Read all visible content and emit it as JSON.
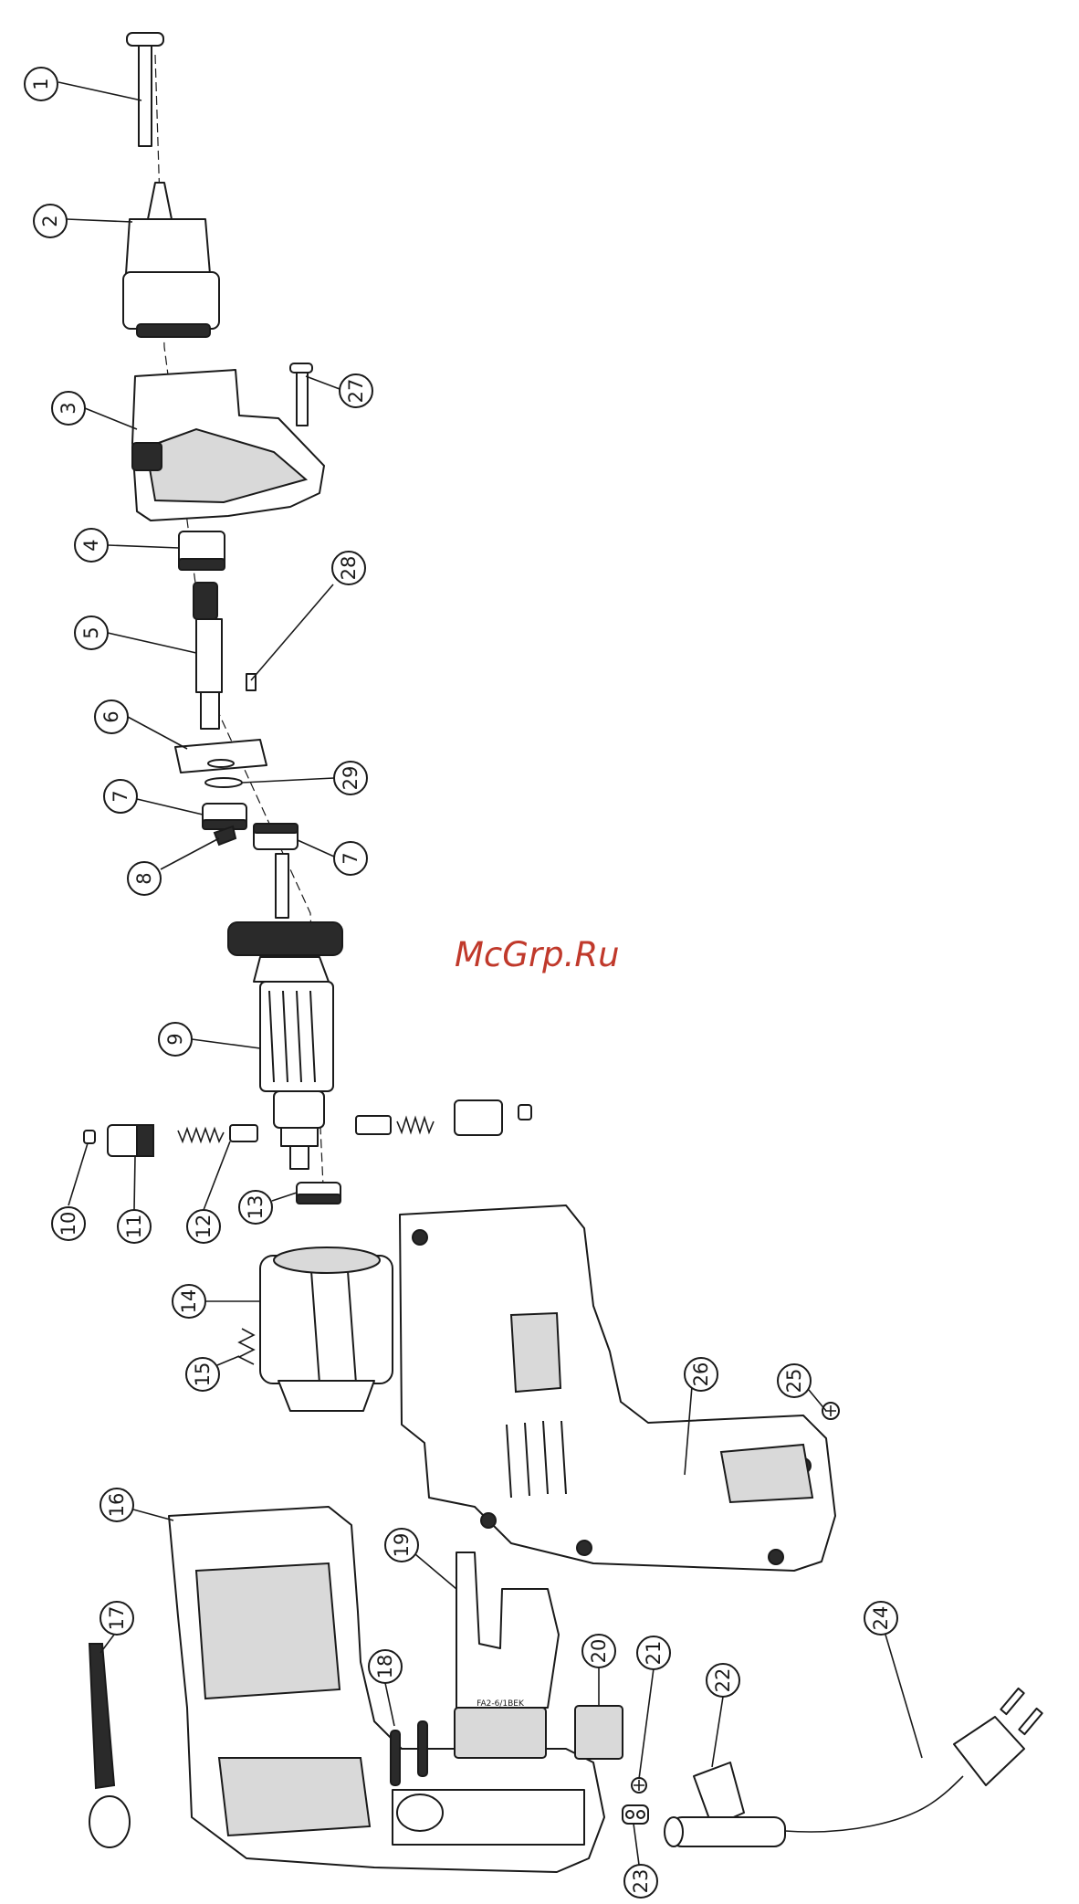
{
  "watermark": "McGrp.Ru",
  "callouts": {
    "c1": "1",
    "c2": "2",
    "c3": "3",
    "c4": "4",
    "c5": "5",
    "c6": "6",
    "c7a": "7",
    "c7b": "7",
    "c8": "8",
    "c9": "9",
    "c10": "10",
    "c11": "11",
    "c12": "12",
    "c13": "13",
    "c14": "14",
    "c15": "15",
    "c16": "16",
    "c17": "17",
    "c18": "18",
    "c19": "19",
    "c20": "20",
    "c21": "21",
    "c22": "22",
    "c23": "23",
    "c24": "24",
    "c25": "25",
    "c26": "26",
    "c27": "27",
    "c28": "28",
    "c29": "29"
  },
  "switch_label": "FA2-6/1BEK",
  "colors": {
    "line": "#1a1a1a",
    "watermark": "#c0392b",
    "background": "#ffffff"
  }
}
